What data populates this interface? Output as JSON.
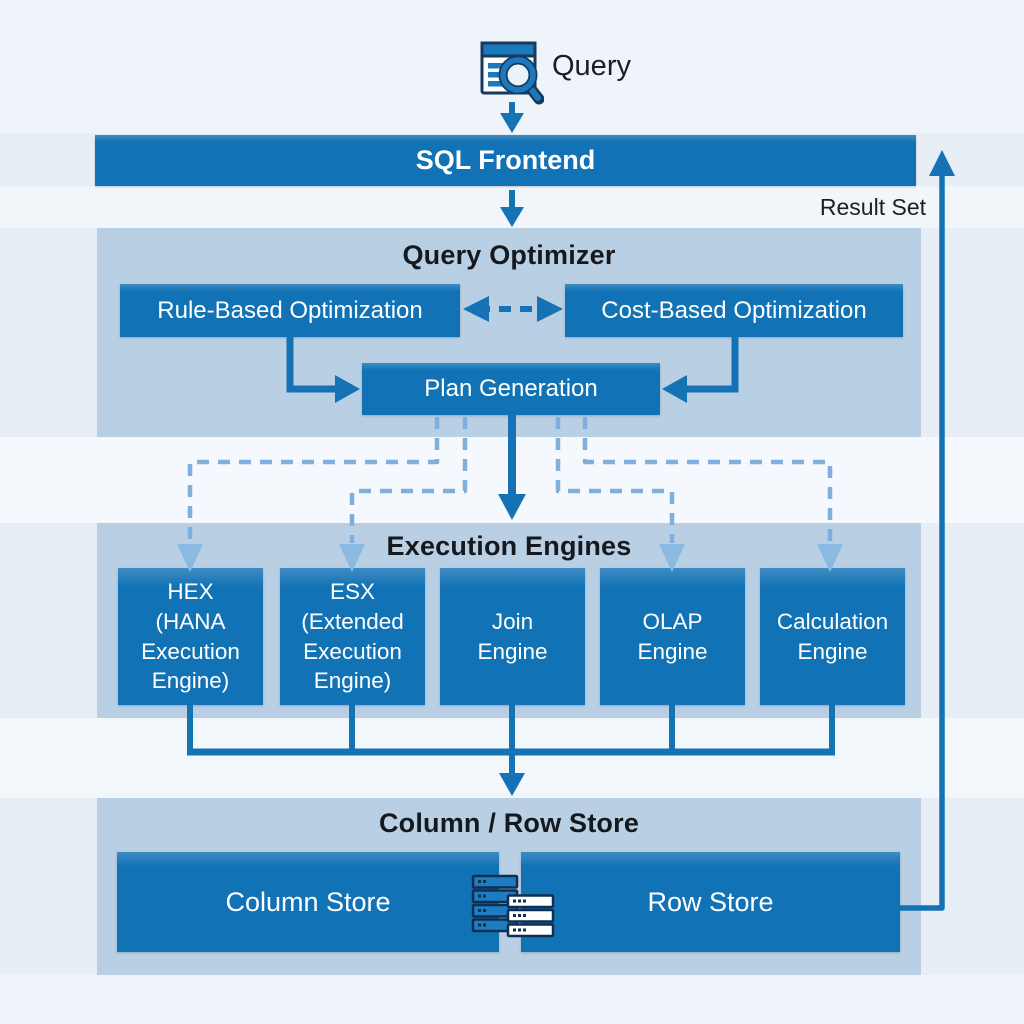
{
  "colors": {
    "box_blue": "#1173b5",
    "panel_blue": "#b9cfe4",
    "arrow_blue": "#1572b4",
    "dashed_light_blue": "#7fb0dd",
    "arrowhead_light_blue": "#8abae2",
    "background": "#e7eef6",
    "title_text": "#15191e",
    "box_text": "#ffffff"
  },
  "query": {
    "label": "Query",
    "icon": "query-search-window-icon"
  },
  "frontend": {
    "label": "SQL Frontend"
  },
  "result": {
    "label": "Result Set"
  },
  "optimizer": {
    "title": "Query Optimizer",
    "rule_box": "Rule-Based Optimization",
    "cost_box": "Cost-Based Optimization",
    "plan_box": "Plan Generation"
  },
  "engines": {
    "title": "Execution Engines",
    "boxes": [
      {
        "label": "HEX\n(HANA\nExecution\nEngine)"
      },
      {
        "label": "ESX\n(Extended\nExecution\nEngine)"
      },
      {
        "label": "Join\nEngine"
      },
      {
        "label": "OLAP\nEngine"
      },
      {
        "label": "Calculation\nEngine"
      }
    ]
  },
  "store": {
    "title": "Column / Row Store",
    "column_box": "Column Store",
    "row_box": "Row Store",
    "icon": "database-servers-icon"
  }
}
